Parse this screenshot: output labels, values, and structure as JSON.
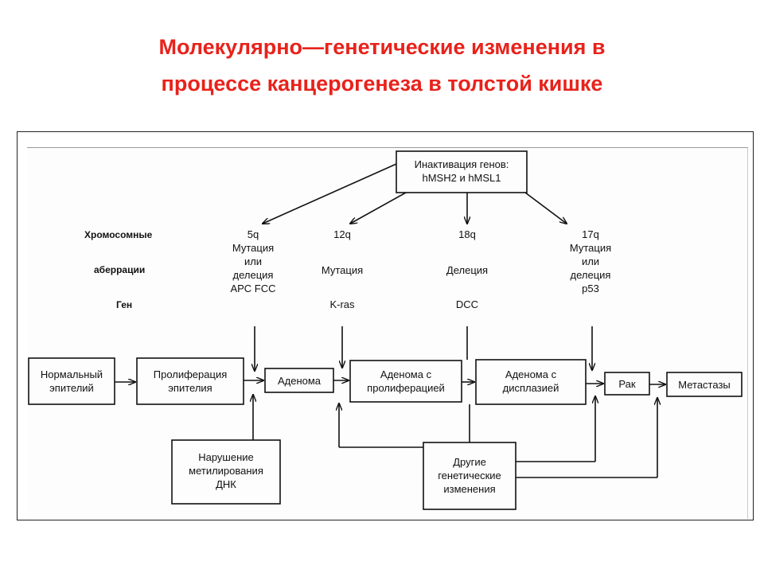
{
  "title": {
    "line1": "Молекулярно—генетические изменения в",
    "line2": "процессе канцерогенеза в толстой кишке"
  },
  "row_labels": {
    "chromosome": "Хромосомные",
    "aberrations": "аберрации",
    "gene": "Ген"
  },
  "inactivation_box": {
    "line1": "Инактивация генов:",
    "line2": "hMSH2 и hMSL1"
  },
  "loci": [
    {
      "chromosome": "5q",
      "change": [
        "Мутация",
        "или",
        "делеция"
      ],
      "gene": "APC FCC"
    },
    {
      "chromosome": "12q",
      "change": [
        "Мутация"
      ],
      "gene": "K-ras"
    },
    {
      "chromosome": "18q",
      "change": [
        "Делеция"
      ],
      "gene": "DCC"
    },
    {
      "chromosome": "17q",
      "change": [
        "Мутация",
        "или",
        "делеция"
      ],
      "gene": "p53"
    }
  ],
  "stages": {
    "normal": [
      "Нормальный",
      "эпителий"
    ],
    "proliferation": [
      "Пролиферация",
      "эпителия"
    ],
    "adenoma": [
      "Аденома"
    ],
    "adenoma_prolif": [
      "Аденома с",
      "пролиферацией"
    ],
    "adenoma_dysplasia": [
      "Аденома с",
      "дисплазией"
    ],
    "cancer": [
      "Рак"
    ],
    "metastases": [
      "Метастазы"
    ]
  },
  "methylation_box": [
    "Нарушение",
    "метилирования",
    "ДНК"
  ],
  "other_box": [
    "Другие",
    "генетические",
    "изменения"
  ]
}
